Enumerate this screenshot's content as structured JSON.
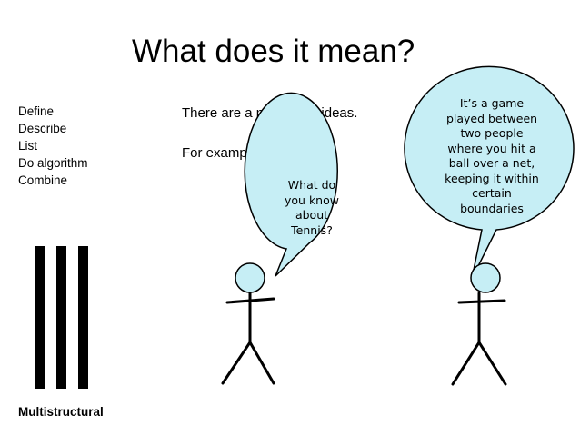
{
  "slide": {
    "title": "What does it mean?",
    "verbs": [
      "Define",
      "Describe",
      "List",
      "Do algorithm",
      "Combine"
    ],
    "intro": "There are a number of ideas.",
    "example_label": "For example:",
    "level_label": "Multistructural",
    "bars_count": 3
  },
  "bubbles": {
    "question": [
      "What do",
      "you know",
      "about",
      "Tennis?"
    ],
    "answer": [
      "It’s a game",
      "played between",
      "two people",
      "where you hit a",
      "ball over a net,",
      "keeping it within",
      "certain",
      "boundaries"
    ]
  },
  "colors": {
    "bubble_fill": "#c6eef5",
    "head_fill": "#c6eef5",
    "ink": "#000000"
  }
}
